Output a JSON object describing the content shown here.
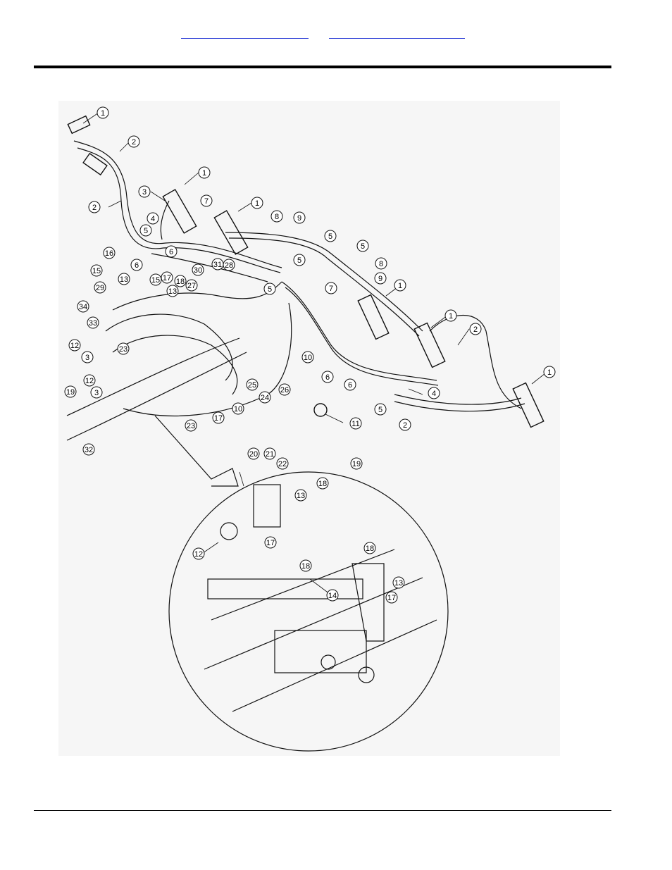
{
  "header": {
    "link_left": "",
    "link_right": ""
  },
  "diagram": {
    "callouts": [
      {
        "id": "c1a",
        "label": "1"
      },
      {
        "id": "c2a",
        "label": "2"
      },
      {
        "id": "c1b",
        "label": "1"
      },
      {
        "id": "c3a",
        "label": "3"
      },
      {
        "id": "c2b",
        "label": "2"
      },
      {
        "id": "c7a",
        "label": "7"
      },
      {
        "id": "c1c",
        "label": "1"
      },
      {
        "id": "c4a",
        "label": "4"
      },
      {
        "id": "c8a",
        "label": "8"
      },
      {
        "id": "c9a",
        "label": "9"
      },
      {
        "id": "c5a",
        "label": "5"
      },
      {
        "id": "c5b",
        "label": "5"
      },
      {
        "id": "c5c",
        "label": "5"
      },
      {
        "id": "c6a",
        "label": "6"
      },
      {
        "id": "c16",
        "label": "16"
      },
      {
        "id": "c6b",
        "label": "6"
      },
      {
        "id": "c5d",
        "label": "5"
      },
      {
        "id": "c8b",
        "label": "8"
      },
      {
        "id": "c30",
        "label": "30"
      },
      {
        "id": "c31",
        "label": "31"
      },
      {
        "id": "c28a",
        "label": "28"
      },
      {
        "id": "c15a",
        "label": "15"
      },
      {
        "id": "c13a",
        "label": "13"
      },
      {
        "id": "c17a",
        "label": "17"
      },
      {
        "id": "c9b",
        "label": "9"
      },
      {
        "id": "c15b",
        "label": "15"
      },
      {
        "id": "c18a",
        "label": "18"
      },
      {
        "id": "c27",
        "label": "27"
      },
      {
        "id": "c1d",
        "label": "1"
      },
      {
        "id": "c29",
        "label": "29"
      },
      {
        "id": "c13b",
        "label": "13"
      },
      {
        "id": "c7b",
        "label": "7"
      },
      {
        "id": "c5e",
        "label": "5"
      },
      {
        "id": "c34",
        "label": "34"
      },
      {
        "id": "c1e",
        "label": "1"
      },
      {
        "id": "c33",
        "label": "33"
      },
      {
        "id": "c2c",
        "label": "2"
      },
      {
        "id": "c12a",
        "label": "12"
      },
      {
        "id": "c23a",
        "label": "23"
      },
      {
        "id": "c3b",
        "label": "3"
      },
      {
        "id": "c10a",
        "label": "10"
      },
      {
        "id": "c12b",
        "label": "12"
      },
      {
        "id": "c1f",
        "label": "1"
      },
      {
        "id": "c6c",
        "label": "6"
      },
      {
        "id": "c6d",
        "label": "6"
      },
      {
        "id": "c3c",
        "label": "3"
      },
      {
        "id": "c24",
        "label": "24"
      },
      {
        "id": "c25",
        "label": "25"
      },
      {
        "id": "c26",
        "label": "26"
      },
      {
        "id": "c4b",
        "label": "4"
      },
      {
        "id": "c19a",
        "label": "19"
      },
      {
        "id": "c10b",
        "label": "10"
      },
      {
        "id": "c5f",
        "label": "5"
      },
      {
        "id": "c17b",
        "label": "17"
      },
      {
        "id": "c2d",
        "label": "2"
      },
      {
        "id": "c11",
        "label": "11"
      },
      {
        "id": "c23b",
        "label": "23"
      },
      {
        "id": "c32",
        "label": "32"
      },
      {
        "id": "c20",
        "label": "20"
      },
      {
        "id": "c21",
        "label": "21"
      },
      {
        "id": "c22",
        "label": "22"
      },
      {
        "id": "c19b",
        "label": "19"
      },
      {
        "id": "c18b",
        "label": "18"
      },
      {
        "id": "c13c",
        "label": "13"
      },
      {
        "id": "c12c",
        "label": "12"
      },
      {
        "id": "c17c",
        "label": "17"
      },
      {
        "id": "c18c",
        "label": "18"
      },
      {
        "id": "c18d",
        "label": "18"
      },
      {
        "id": "c13d",
        "label": "13"
      },
      {
        "id": "c14",
        "label": "14"
      },
      {
        "id": "c17d",
        "label": "17"
      }
    ]
  },
  "colors": {
    "link": "#2a3bd6",
    "rule": "#000000",
    "drawing_bg": "#f6f6f6"
  }
}
